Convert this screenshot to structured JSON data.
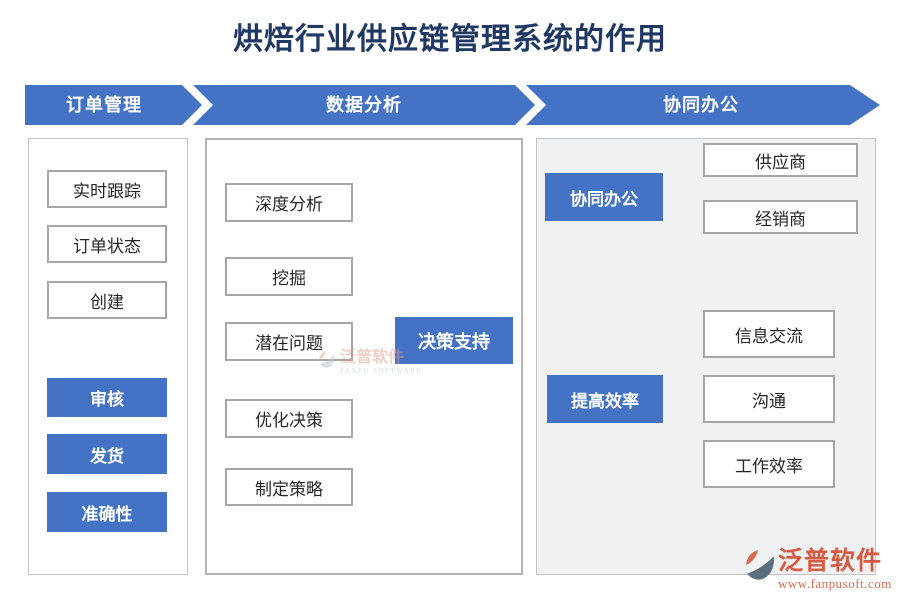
{
  "title": "烘焙行业供应链管理系统的作用",
  "banners": [
    {
      "label": "订单管理"
    },
    {
      "label": "数据分析"
    },
    {
      "label": "协同办公"
    }
  ],
  "order_panel": {
    "steps": [
      "实时跟踪",
      "订单状态",
      "创建"
    ],
    "flow_arrow_icon": "down-arrow",
    "highlights": [
      "审核",
      "发货",
      "准确性"
    ]
  },
  "analysis_panel": {
    "factors": [
      "深度分析",
      "挖掘",
      "潜在问题",
      "优化决策",
      "制定策略"
    ],
    "result": "决策支持"
  },
  "collab_panel": {
    "groups": [
      {
        "source": "协同办公",
        "targets": [
          "供应商",
          "经销商"
        ]
      },
      {
        "source": "提高效率",
        "targets": [
          "信息交流",
          "沟通",
          "工作效率"
        ]
      }
    ]
  },
  "watermark_center": {
    "brand": "泛普软件",
    "caption": "FANPU SOFTWARE"
  },
  "brand_footer": {
    "name": "泛普软件",
    "url": "www.fanpusoft.com"
  },
  "colors": {
    "accent_blue": "#4472C4",
    "title_navy": "#1F3864",
    "connector_gray": "#A6A6A6",
    "box_border_gray": "#A6A6A6",
    "panel_collab_bg": "#F0F1F2",
    "flow_arrow_gray": "#7F7F7F",
    "brand_red": "#D65A41"
  }
}
